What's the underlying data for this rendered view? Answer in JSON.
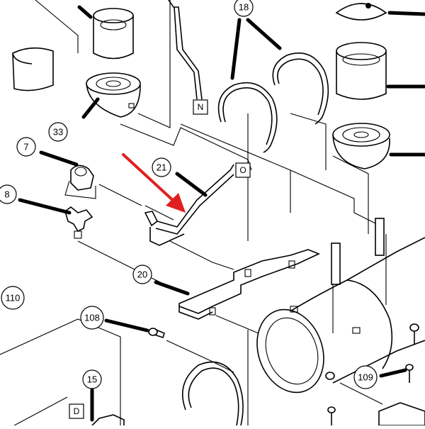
{
  "callouts": {
    "c18": "18",
    "c33": "33",
    "c7": "7",
    "c8": "8",
    "c21": "21",
    "c20": "20",
    "c110": "110",
    "c108": "108",
    "c15": "15",
    "c109": "109"
  },
  "boxes": {
    "bN": "N",
    "bO": "O",
    "bD": "D"
  },
  "colors": {
    "line": "#000000",
    "arrow": "#e02020",
    "background": "#ffffff"
  }
}
